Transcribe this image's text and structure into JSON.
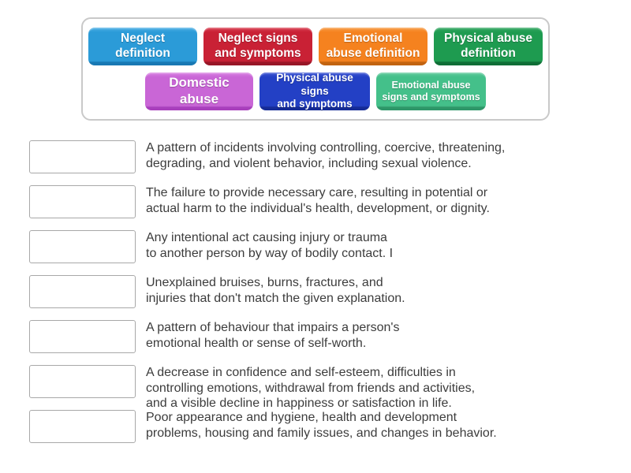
{
  "tile_panel": {
    "rows": [
      {
        "tiles": [
          {
            "label": "Neglect\ndefinition",
            "color_light": "#4FB0E5",
            "color_base": "#2B9BD8",
            "color_dark": "#1878B3"
          },
          {
            "label": "Neglect signs\nand symptoms",
            "color_light": "#DA4255",
            "color_base": "#C92135",
            "color_dark": "#981627"
          },
          {
            "label": "Emotional\nabuse definition",
            "color_light": "#F89C45",
            "color_base": "#F5821F",
            "color_dark": "#C26310"
          },
          {
            "label": "Physical abuse\ndefinition",
            "color_light": "#38A965",
            "color_base": "#1E9B50",
            "color_dark": "#0F6E36"
          }
        ]
      },
      {
        "tiles": [
          {
            "label": "Domestic abuse",
            "color_light": "#D981E3",
            "color_base": "#C966D6",
            "color_dark": "#A83FBC"
          },
          {
            "label": "Physical abuse signs\nand symptoms",
            "color_light": "#3F57D3",
            "color_base": "#2340C5",
            "color_dark": "#152B96"
          },
          {
            "label": "Emotional abuse\nsigns and symptoms",
            "color_light": "#61CA9C",
            "color_base": "#44C08A",
            "color_dark": "#2E9668"
          }
        ]
      }
    ]
  },
  "match_rows": [
    {
      "text": "A pattern of incidents involving controlling, coercive, threatening,\ndegrading, and violent behavior, including sexual violence."
    },
    {
      "text": "The failure to provide necessary care, resulting in potential or\nactual harm to the individual's health, development, or dignity."
    },
    {
      "text": "Any intentional act causing injury or trauma\nto another person by way of bodily contact. I"
    },
    {
      "text": "Unexplained bruises, burns, fractures, and\ninjuries that don't match the given explanation."
    },
    {
      "text": "A pattern of behaviour that impairs a person's\nemotional health or sense of self-worth."
    },
    {
      "text": "A decrease in confidence and self-esteem, difficulties in\ncontrolling emotions, withdrawal from friends and activities,\nand a visible decline in happiness or satisfaction in life."
    },
    {
      "text": "Poor appearance and hygiene, health and development\nproblems, housing and family issues, and changes in behavior."
    }
  ]
}
